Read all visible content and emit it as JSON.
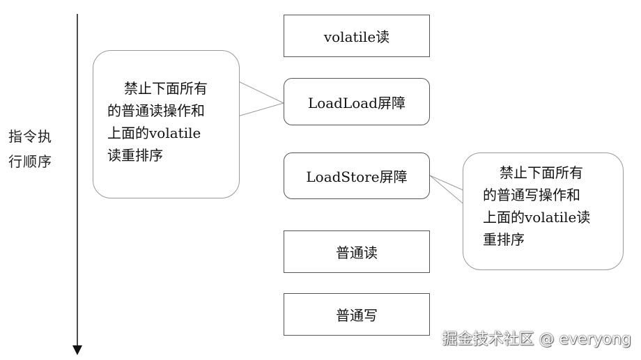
{
  "axis": {
    "label_line1": "指令执",
    "label_line2": "行顺序"
  },
  "steps": [
    {
      "id": "volatile-read",
      "label": "volatile读"
    },
    {
      "id": "loadload-barrier",
      "label": "LoadLoad屏障"
    },
    {
      "id": "loadstore-barrier",
      "label": "LoadStore屏障"
    },
    {
      "id": "normal-read",
      "label": "普通读"
    },
    {
      "id": "normal-write",
      "label": "普通写"
    }
  ],
  "callouts": {
    "left": {
      "lines": [
        "禁止下面所有",
        "的普通读操作和",
        "上面的volatile",
        "读重排序"
      ]
    },
    "right": {
      "lines": [
        "禁止下面所有",
        "的普通写操作和",
        "上面的volatile读",
        "重排序"
      ]
    }
  },
  "watermark": "掘金技术社区 @ everyong"
}
